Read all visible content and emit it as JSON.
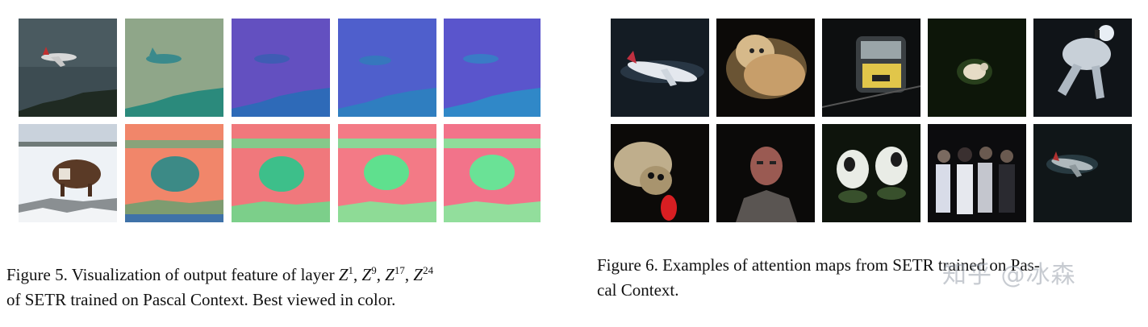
{
  "figure5": {
    "caption_prefix": "Figure 5. Visualization of output feature of layer ",
    "layers": [
      {
        "base": "Z",
        "sup": "1",
        "sep": ", "
      },
      {
        "base": "Z",
        "sup": "9",
        "sep": ", "
      },
      {
        "base": "Z",
        "sup": "17",
        "sep": ", "
      },
      {
        "base": "Z",
        "sup": "24",
        "sep": ""
      }
    ],
    "caption_line2": "of SETR trained on Pascal Context. Best viewed in color.",
    "rows": [
      {
        "subject": "airplane",
        "panels": [
          "input image",
          "layer 1 feature",
          "layer 9 feature",
          "layer 17 feature",
          "layer 24 feature"
        ]
      },
      {
        "subject": "cow in snow",
        "panels": [
          "input image",
          "layer 1 feature",
          "layer 9 feature",
          "layer 17 feature",
          "layer 24 feature"
        ]
      }
    ],
    "colors": {
      "row1": [
        "#3b4a4f",
        "#8fa689",
        "#6350c0",
        "#4f5fcc",
        "#5a55cc"
      ],
      "row2": [
        "#e9eef3",
        "#f1866a",
        "#f0787c",
        "#f37a86",
        "#f2738a"
      ]
    }
  },
  "figure6": {
    "caption_line1": "Figure 6.  Examples of attention maps from SETR trained on Pas-",
    "caption_line2": "cal Context.",
    "rows": [
      [
        "airplane",
        "dog",
        "train",
        "sheep",
        "dog"
      ],
      [
        "dog",
        "person",
        "cows",
        "people",
        "airplane"
      ]
    ]
  },
  "watermark": "知乎 @冰森"
}
